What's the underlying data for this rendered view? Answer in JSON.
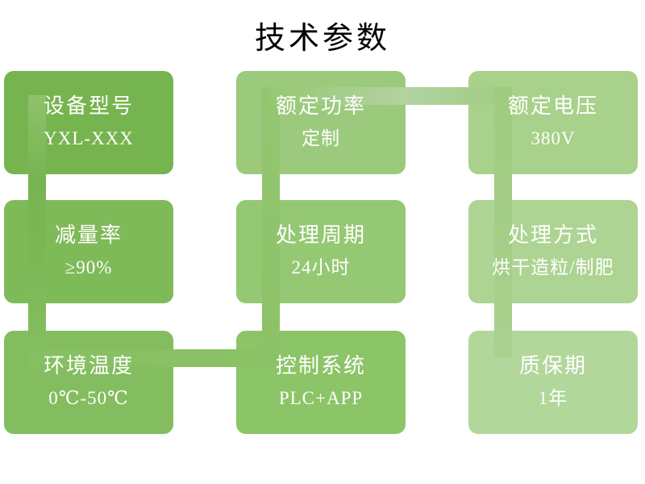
{
  "title": "技术参数",
  "colors": {
    "background": "#ffffff",
    "title_text": "#000000",
    "box_text": "#ffffff",
    "connector_start": "#78b451",
    "connector_end": "#aad18e"
  },
  "boxes": [
    {
      "label": "设备型号",
      "value": "YXL-XXX",
      "color": "#76b44f"
    },
    {
      "label": "额定功率",
      "value": "定制",
      "color": "#9cca7d"
    },
    {
      "label": "额定电压",
      "value": "380V",
      "color": "#a8d18b"
    },
    {
      "label": "减量率",
      "value": "≥90%",
      "color": "#7fba58"
    },
    {
      "label": "处理周期",
      "value": "24小时",
      "color": "#95c873"
    },
    {
      "label": "处理方式",
      "value": "烘干造粒/制肥",
      "color": "#add492"
    },
    {
      "label": "环境温度",
      "value": "0℃-50℃",
      "color": "#83bd60"
    },
    {
      "label": "控制系统",
      "value": "PLC+APP",
      "color": "#8cc468"
    },
    {
      "label": "质保期",
      "value": "1年",
      "color": "#b2d79a"
    }
  ]
}
